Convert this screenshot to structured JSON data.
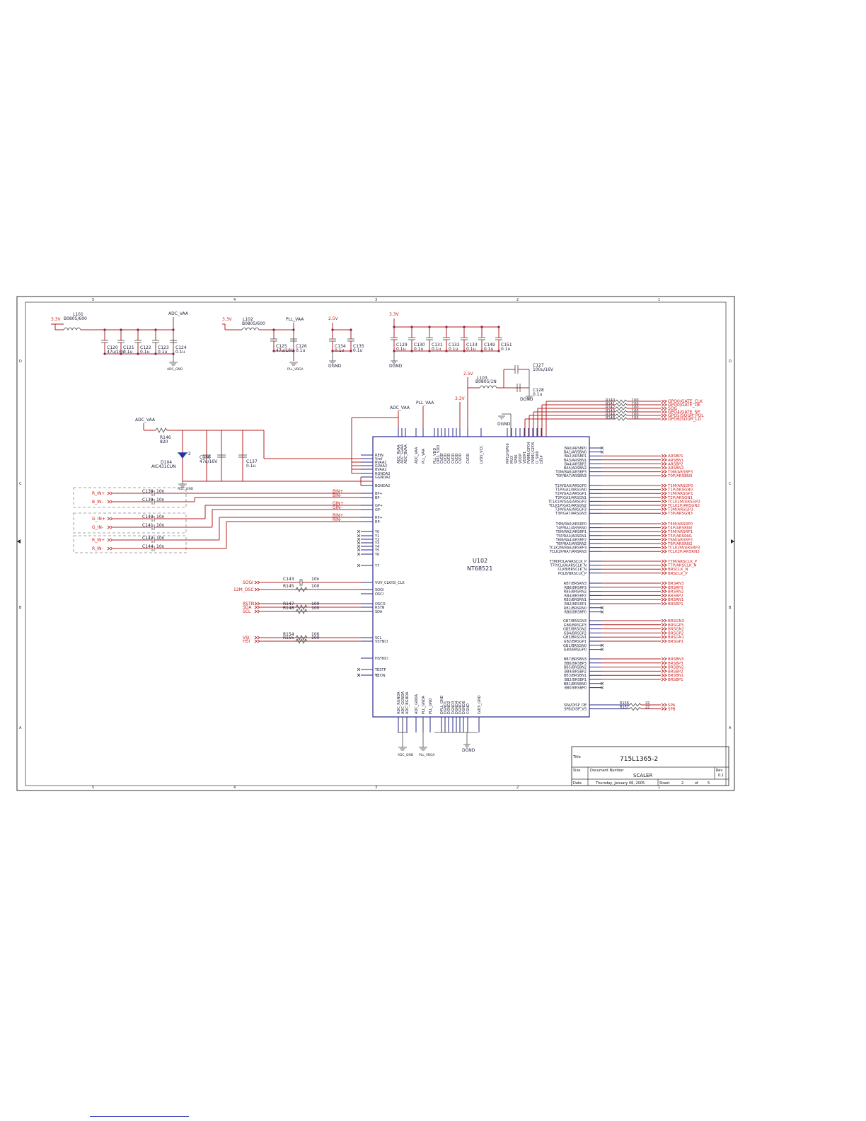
{
  "title_block": {
    "title_label": "Title",
    "title": "715L1365-2",
    "size_label": "Size",
    "docnum_label": "Document Number",
    "document": "SCALER",
    "rev_label": "Rev",
    "rev": "0.1",
    "date_label": "Date",
    "date": "Thursday, January 06, 2005",
    "sheet_label": "Sheet",
    "sheet": "2",
    "of_label": "of",
    "of": "5"
  },
  "chip": {
    "ref": "U102",
    "part": "NT68521"
  },
  "supplies": {
    "adc_block": {
      "rail": "3.3V",
      "inductor": "L101",
      "inductor_val": "B0805/600",
      "net": "ADC_VAA",
      "gnd": "ADC_GND",
      "caps": [
        {
          "ref": "C120",
          "val": "47u/16V"
        },
        {
          "ref": "C121",
          "val": "0.1u"
        },
        {
          "ref": "C122",
          "val": "0.1u"
        },
        {
          "ref": "C123",
          "val": "0.1u"
        },
        {
          "ref": "C124",
          "val": "0.1u"
        }
      ]
    },
    "pll_block": {
      "rail": "3.3V",
      "inductor": "L102",
      "inductor_val": "B0805/600",
      "net": "PLL_VAA",
      "gnd": "PLL_VBGA",
      "caps": [
        {
          "ref": "C125",
          "val": "47u/16V"
        },
        {
          "ref": "C126",
          "val": "0.1u"
        }
      ]
    },
    "v25_block": {
      "rail": "2.5V",
      "gnd": "DGND",
      "caps": [
        {
          "ref": "C134",
          "val": "0.1u"
        },
        {
          "ref": "C135",
          "val": "0.1u"
        }
      ]
    },
    "v33_block": {
      "rail": "3.3V",
      "gnd": "DGND",
      "caps": [
        {
          "ref": "C129",
          "val": "0.1u"
        },
        {
          "ref": "C130",
          "val": "0.1u"
        },
        {
          "ref": "C131",
          "val": "0.1u"
        },
        {
          "ref": "C132",
          "val": "0.1u"
        },
        {
          "ref": "C133",
          "val": "0.1u"
        },
        {
          "ref": "C149",
          "val": "0.1u"
        },
        {
          "ref": "C151",
          "val": "0.1u"
        }
      ]
    },
    "lvds_block": {
      "rail": "2.5V",
      "inductor": "L103",
      "inductor_val": "B0805/1N",
      "rail2": "3.3V",
      "gnd": "DGND",
      "caps": [
        {
          "ref": "C127",
          "val": "100u/16V"
        },
        {
          "ref": "C128",
          "val": "0.1u"
        }
      ]
    },
    "top_nets": [
      "ADC_VAA",
      "PLL_VAA",
      "DGND"
    ]
  },
  "vref_block": {
    "net": "ADC_VAA",
    "resistor": "R146",
    "resistor_val": "820",
    "diode": "D104",
    "diode_part": "AIC431CUN",
    "diode_pin": "2",
    "caps": [
      {
        "ref": "C136",
        "val": "47u/16V"
      },
      {
        "ref": "C137",
        "val": "0.1u"
      }
    ],
    "gnd": "ADC_GND"
  },
  "analog_inputs": [
    {
      "net": "R_IN+",
      "cap": "C138",
      "val": "10n",
      "pin_label": "BIN+"
    },
    {
      "net": "B_IN-",
      "cap": "C139",
      "val": "10n",
      "pin_label": "BIN-"
    },
    {
      "net": "G_IN+",
      "cap": "C140",
      "val": "10n",
      "pin_label": "GIN+"
    },
    {
      "net": "G_IN-",
      "cap": "C141",
      "val": "10n",
      "pin_label": "GIN-"
    },
    {
      "net": "R_IN+",
      "cap": "C142",
      "val": "10n",
      "pin_label": "RIN+"
    },
    {
      "net": "R_IN-",
      "cap": "C144",
      "val": "10n",
      "pin_label": "RIN-"
    }
  ],
  "misc_inputs": [
    {
      "net": "SOGI",
      "part": "C143",
      "val": "10n"
    },
    {
      "net": "12M_OSC",
      "part": "R145",
      "val": "100"
    },
    {
      "net": "RSTN",
      "part": "",
      "val": ""
    },
    {
      "net": "SDA",
      "part": "R147",
      "val": "100"
    },
    {
      "net": "SCL",
      "part": "R148",
      "val": "100"
    },
    {
      "net": "VSI",
      "part": "R154",
      "val": "100"
    },
    {
      "net": "HSI",
      "part": "R155",
      "val": "100"
    }
  ],
  "left_pins": [
    "REIN",
    "Vref",
    "RVAA2",
    "GVAA2",
    "BVAA2",
    "RGNDA2",
    "GGNDA2",
    "BGNDA2",
    "BP+",
    "BP-",
    "GP+",
    "GP-",
    "RP+",
    "RP-",
    "Y0",
    "Y1",
    "Y2",
    "Y3",
    "Y4",
    "Y5",
    "Y6",
    "Y7",
    "VUV_CLK/GI_CLK",
    "SOGI",
    "OSCI",
    "OSCO",
    "RSTN",
    "SDA",
    "SCL",
    "VSYNCI",
    "HSYNCI",
    "TESTP",
    "TZ",
    "VCON"
  ],
  "right_pins_top": [
    "BA0/ARSBP0",
    "BA1/ARSBN0",
    "BA2/ARSBP1",
    "BA3/ARSBN1",
    "BA4/ARSBP2",
    "BA5/ARSBN2",
    "T0M/BA6/ARSBP3",
    "T0P/BA7/ARSBN3"
  ],
  "right_pins_t": [
    "T1M/GA0/ARSGP0",
    "T1P/GA1/ARSGN0",
    "T2M/GA2/ARSGP1",
    "T2P/GA3/ARSGN1",
    "TCLK1M/GA4/ARSGP2",
    "TCLK1P/GA5/ARSGN2",
    "T3M/GA6/ARSGP3",
    "T3P/GA7/ARSGN3"
  ],
  "right_pins_r": [
    "T4M/RA0/ARSRP0",
    "T4P/RA1/ARSRN0",
    "T5M/RA2/ARSRP1",
    "T5P/RA3/ARSRN1",
    "T6M/RA4/ARSRP2",
    "T6P/RA5/ARSRN2",
    "TCLK2M/RA6/ARSRP3",
    "TCLK2P/RA7/ARSRN3"
  ],
  "right_pins_clk": [
    "T7M/POLA/ARSCLK_P",
    "T7P/CLKA/ARSCLK_N",
    "CLKB/BRSCLK_N",
    "POLB/BRSCLK_P"
  ],
  "right_pins_rb": [
    "RB7/BRSRN3",
    "RB6/BRSRP3",
    "RB5/BRSRN2",
    "RB4/BRSRP2",
    "RB3/BRSRN1",
    "RB2/BRSRP1",
    "RB1/BRSRN0",
    "RB0/BRSRP0"
  ],
  "right_pins_gb": [
    "GB7/BRSGN3",
    "GB6/BRSGP3",
    "GB5/BRSGN2",
    "GB4/BRSGP2",
    "GB3/BRSGN1",
    "GB2/BRSGP1",
    "GB1/BRSGN0",
    "GB0/BRSGP0"
  ],
  "right_pins_bb": [
    "BB7/BRSBN3",
    "BB6/BRSBP3",
    "BB5/BRSBN2",
    "BB4/BRSBP2",
    "BB3/BRSBN1",
    "BB2/BRSBP1",
    "BB1/BRSBN0",
    "BB0/BRSBP0"
  ],
  "right_pins_sp": [
    "SPA/DISP_DE",
    "SPB/DISP_VS"
  ],
  "top_pins": [
    "ADC_RVAA",
    "ADC_GVAA",
    "ADC_BVAA",
    "ADC_VAA",
    "PLL_VAA",
    "PLL_VDD",
    "DPLL_VDD",
    "CVDD",
    "CVDD",
    "CVDD",
    "CVDD",
    "CVDD",
    "CVDD",
    "CVDD",
    "LVDS_VCC",
    "MP12/GP06",
    "MUX",
    "SP06",
    "VDDP",
    "VDDP1",
    "PWM0/GP04",
    "PWM1/GP05",
    "D_SW0",
    "DISP"
  ],
  "bottom_pins": [
    "ADC_RGNDA",
    "ADC_GGNDA",
    "ADC_BGNDA",
    "ADC_GNDA",
    "PLL_GNDA",
    "PLL_GND",
    "DPLL_GND",
    "DGND1",
    "DGND2",
    "DGND3",
    "DGND4",
    "DGND5",
    "DGND6",
    "CGND",
    "LVDS_GND"
  ],
  "gate_nets": [
    {
      "ref": "R140",
      "val": "100",
      "net": "GPO0/GATE_CLK"
    },
    {
      "ref": "R141",
      "val": "100",
      "net": "GPO0/GATE_OE"
    },
    {
      "ref": "R142",
      "val": "100",
      "net": "SOG"
    },
    {
      "ref": "R143",
      "val": "100",
      "net": "GPO4/GATE_SP"
    },
    {
      "ref": "R144",
      "val": "100",
      "net": "GPO5/SOUR_POL"
    },
    {
      "ref": "R148",
      "val": "100",
      "net": "GPO6/SOUR_LD"
    }
  ],
  "right_nets": {
    "a": [
      "ARSBP1",
      "ARSBN1",
      "ARSBP2",
      "ARSBN2",
      "T0M/ARSBP3",
      "T0P/ARSBN3"
    ],
    "t": [
      "T1M/ARSGP0",
      "T1P/ARSGN0",
      "T2M/ARSGP1",
      "T2P/ARSGN1",
      "TCLK1M/ARSGP2",
      "TCLK1P/ARSGN2",
      "T3M/ARSGP3",
      "T3P/ARSGN3"
    ],
    "r": [
      "T4M/ARSRP0",
      "T4P/ARSRN0",
      "T5M/ARSRP1",
      "T5P/ARSRN1",
      "T6M/ARSRP2",
      "T6P/ARSRN2",
      "TCLK2M/ARSRP3",
      "TCLK2P/ARSRN3"
    ],
    "clk": [
      "T7M/ARSCLK_P",
      "T7P/ARSCLK_N",
      "BRSCLK_N",
      "BRSCLK_P"
    ],
    "rb": [
      "BRSRN3",
      "BRSRP3",
      "BRSRN2",
      "BRSRP2",
      "BRSRN1",
      "BRSRP1"
    ],
    "gb": [
      "BRSGN3",
      "BRSGP3",
      "BRSGN2",
      "BRSGP2",
      "BRSGN1",
      "BRSGP1"
    ],
    "bb": [
      "BRSBN3",
      "BRSBP3",
      "BRSBN2",
      "BRSBP2",
      "BRSBN1",
      "BRSBP1"
    ],
    "sp": [
      {
        "ref": "R156",
        "val": "22",
        "net": "SPA"
      },
      {
        "ref": "R157",
        "val": "22",
        "net": "SPB"
      }
    ]
  },
  "border": {
    "cols": [
      "5",
      "4",
      "3",
      "2",
      "1"
    ],
    "rows": [
      "D",
      "C",
      "B",
      "A"
    ]
  }
}
